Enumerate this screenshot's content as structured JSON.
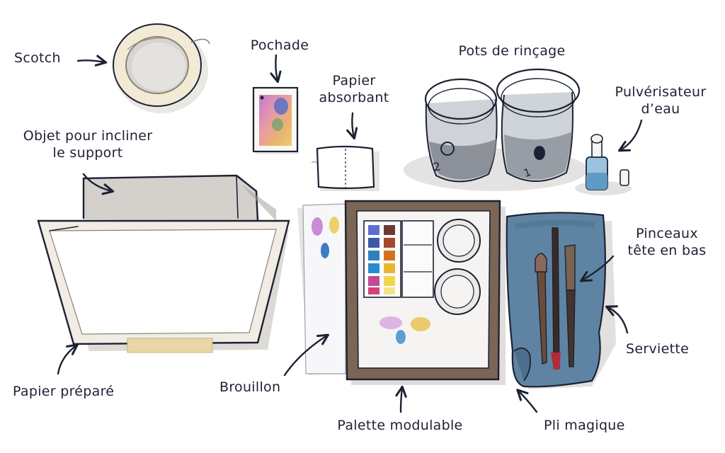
{
  "labels": {
    "scotch": "Scotch",
    "pochade": "Pochade",
    "papier_absorbant": [
      "Papier",
      "absorbant"
    ],
    "pots_rincage": "Pots de rinçage",
    "pulverisateur": [
      "Pulvérisateur",
      "d’eau"
    ],
    "objet_incliner": [
      "Objet pour incliner",
      "le support"
    ],
    "pinceaux": [
      "Pinceaux",
      "tête en bas"
    ],
    "serviette": "Serviette",
    "papier_prepare": "Papier préparé",
    "brouillon": "Brouillon",
    "palette": "Palette modulable",
    "pli_magique": "Pli magique"
  },
  "jar_numbers": {
    "left": "2",
    "right": "1"
  },
  "colors": {
    "ink": "#1c2233",
    "tape": "#efe6cf",
    "wood": "#6e5a4c",
    "towel": "#5b7f9e",
    "shadow": "#d9d6d3",
    "glass": "#8a9096"
  }
}
